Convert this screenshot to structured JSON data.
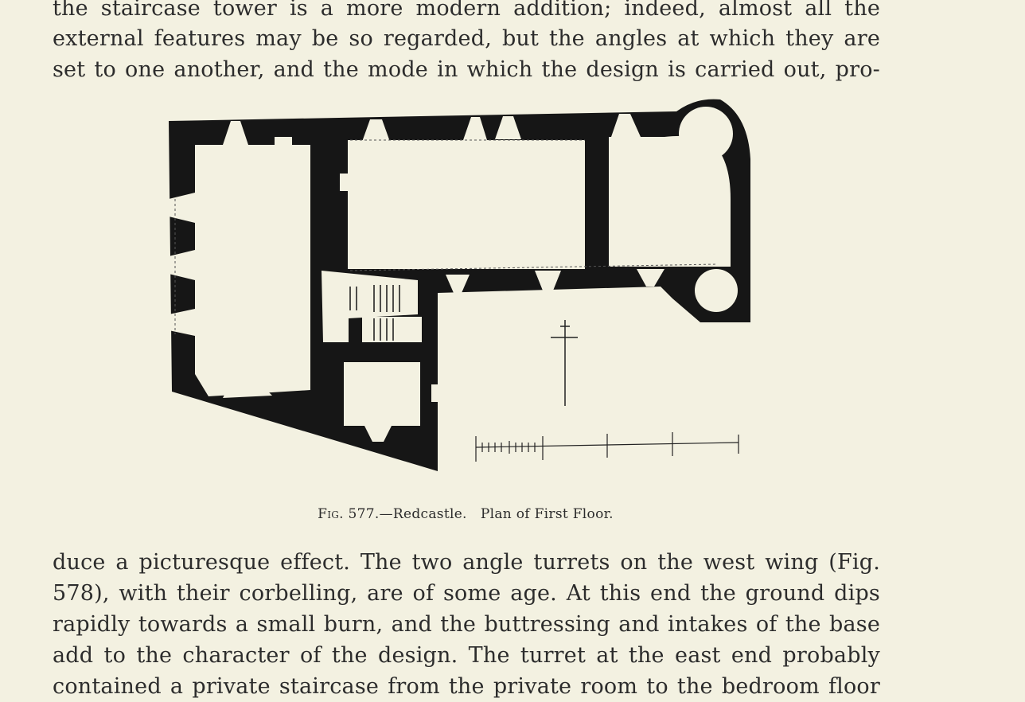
{
  "text_before": [
    "the staircase tower is a more modern addition; indeed, almost all the",
    "external features may be so regarded, but the angles at which they are",
    "set to one another, and the mode in which the design is carried out, pro-"
  ],
  "figure": {
    "fig_label": "Fig. 577.",
    "title": "—Redcastle.",
    "subtitle": "Plan of First Floor."
  },
  "text_after": [
    "duce a picturesque effect. The two angle turrets on the west wing (Fig.",
    "578), with their corbelling, are of some age. At this end the ground dips",
    "rapidly towards a small burn, and the buttressing and intakes of the base",
    "add to the character of the design. The turret at the east end probably",
    "contained a private staircase from the private room to the bedroom floor"
  ]
}
